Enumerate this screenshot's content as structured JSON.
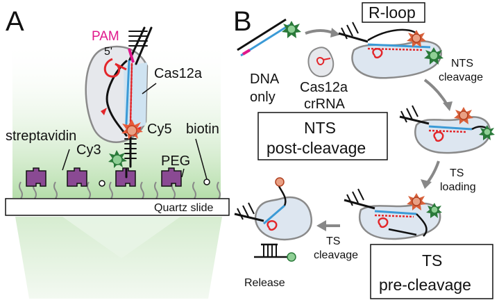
{
  "panels": {
    "a": "A",
    "b": "B"
  },
  "panel_a": {
    "pam": "PAM",
    "five_prime": "5'",
    "cas12a": "Cas12a",
    "cy5": "Cy5",
    "cy3": "Cy3",
    "biotin": "biotin",
    "streptavidin": "streptavidin",
    "peg": "PEG",
    "quartz": "Quartz slide"
  },
  "panel_b": {
    "dna_only": [
      "DNA",
      "only"
    ],
    "cas12a_crrna": [
      "Cas12a",
      "crRNA"
    ],
    "r_loop": "R-loop",
    "nts_cleavage": [
      "NTS",
      "cleavage"
    ],
    "nts_post": [
      "NTS",
      "post-cleavage"
    ],
    "ts_loading": [
      "TS",
      "loading"
    ],
    "ts_pre": [
      "TS",
      "pre-cleavage"
    ],
    "ts_cleavage": [
      "TS",
      "cleavage"
    ],
    "release": "Release"
  },
  "colors": {
    "protein_fill": "#dde6f0",
    "protein_stroke": "#8a8a8a",
    "crrna": "#e3262a",
    "ts_strand": "#3b9ad6",
    "pam": "#e0188c",
    "cy5": "#d8603a",
    "cy3": "#3a9a52",
    "streptavidin": "#8a4a93",
    "surface_glow": "#bfe3b4"
  }
}
